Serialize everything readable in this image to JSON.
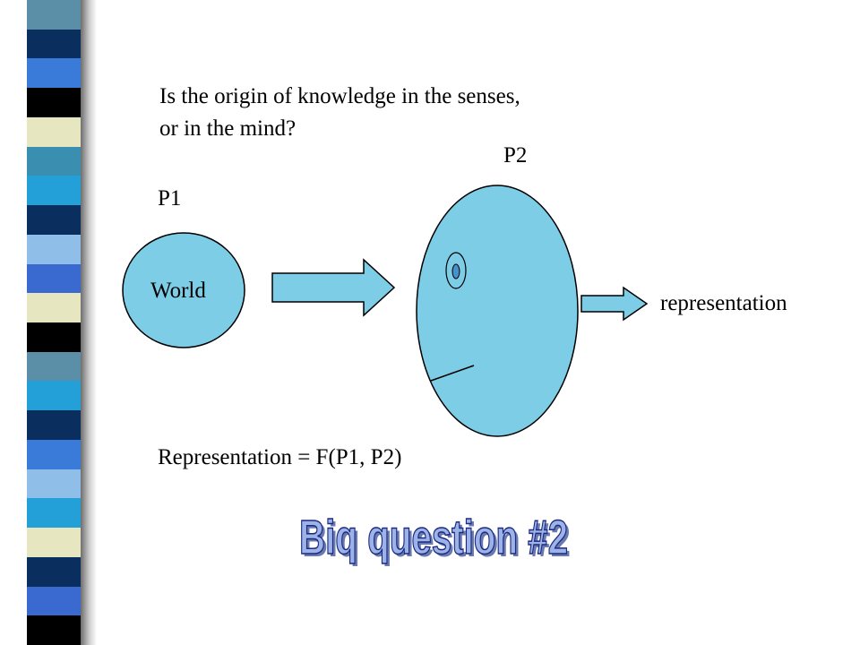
{
  "question": {
    "line1": "Is the origin of knowledge in the senses,",
    "line2": "or in the mind?"
  },
  "labels": {
    "p1": "P1",
    "p2": "P2",
    "world": "World",
    "representation": "representation"
  },
  "formula": "Representation = F(P1, P2)",
  "title_art": "Biq question #2",
  "colors": {
    "shape_fill": "#7ecde6",
    "shape_stroke": "#000000",
    "eye_fill": "#4a90c8",
    "title_fill": "#9db2e6",
    "title_outline": "#1a2a80",
    "stripes": [
      "#5b8fa8",
      "#0a2e5e",
      "#3a7ad9",
      "#000000",
      "#e6e6c0",
      "#3a8fb0",
      "#24a0d8",
      "#0a2e5e",
      "#8fbfe8",
      "#3a6ad0",
      "#e6e6c0",
      "#000000",
      "#5b8fa8",
      "#24a0d8",
      "#0a2e5e",
      "#3a7ad9",
      "#8fbfe8",
      "#24a0d8",
      "#e6e6c0",
      "#0a2e5e",
      "#3a6ad0",
      "#000000"
    ]
  }
}
